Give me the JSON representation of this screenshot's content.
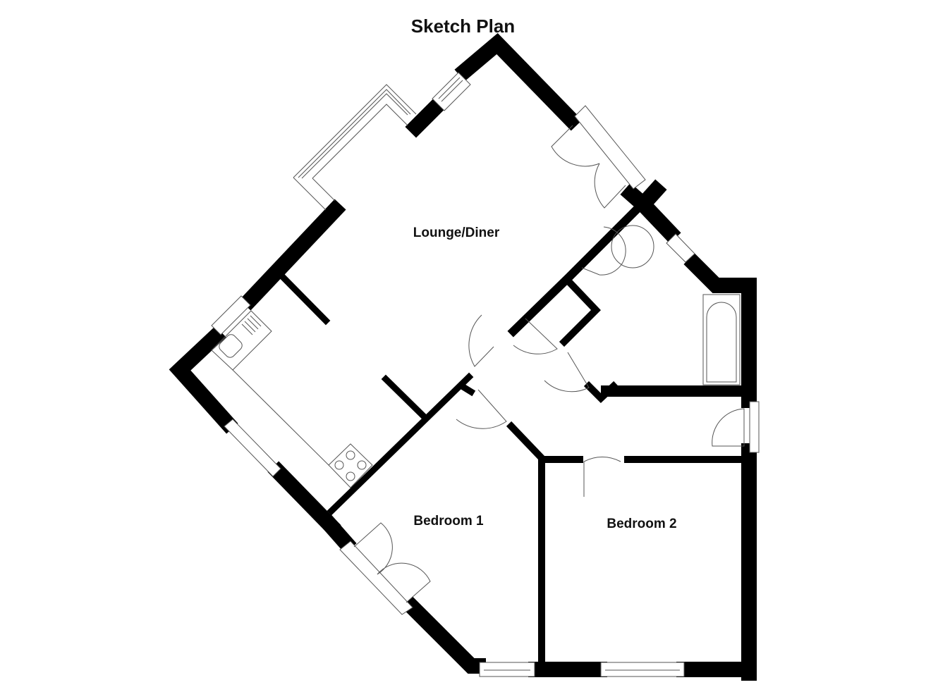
{
  "title": "Sketch Plan",
  "rooms": {
    "lounge": "Lounge/Diner",
    "bedroom1": "Bedroom 1",
    "bedroom2": "Bedroom 2"
  },
  "colors": {
    "wall": "#000000",
    "fixture_line": "#555555",
    "background": "#ffffff"
  }
}
